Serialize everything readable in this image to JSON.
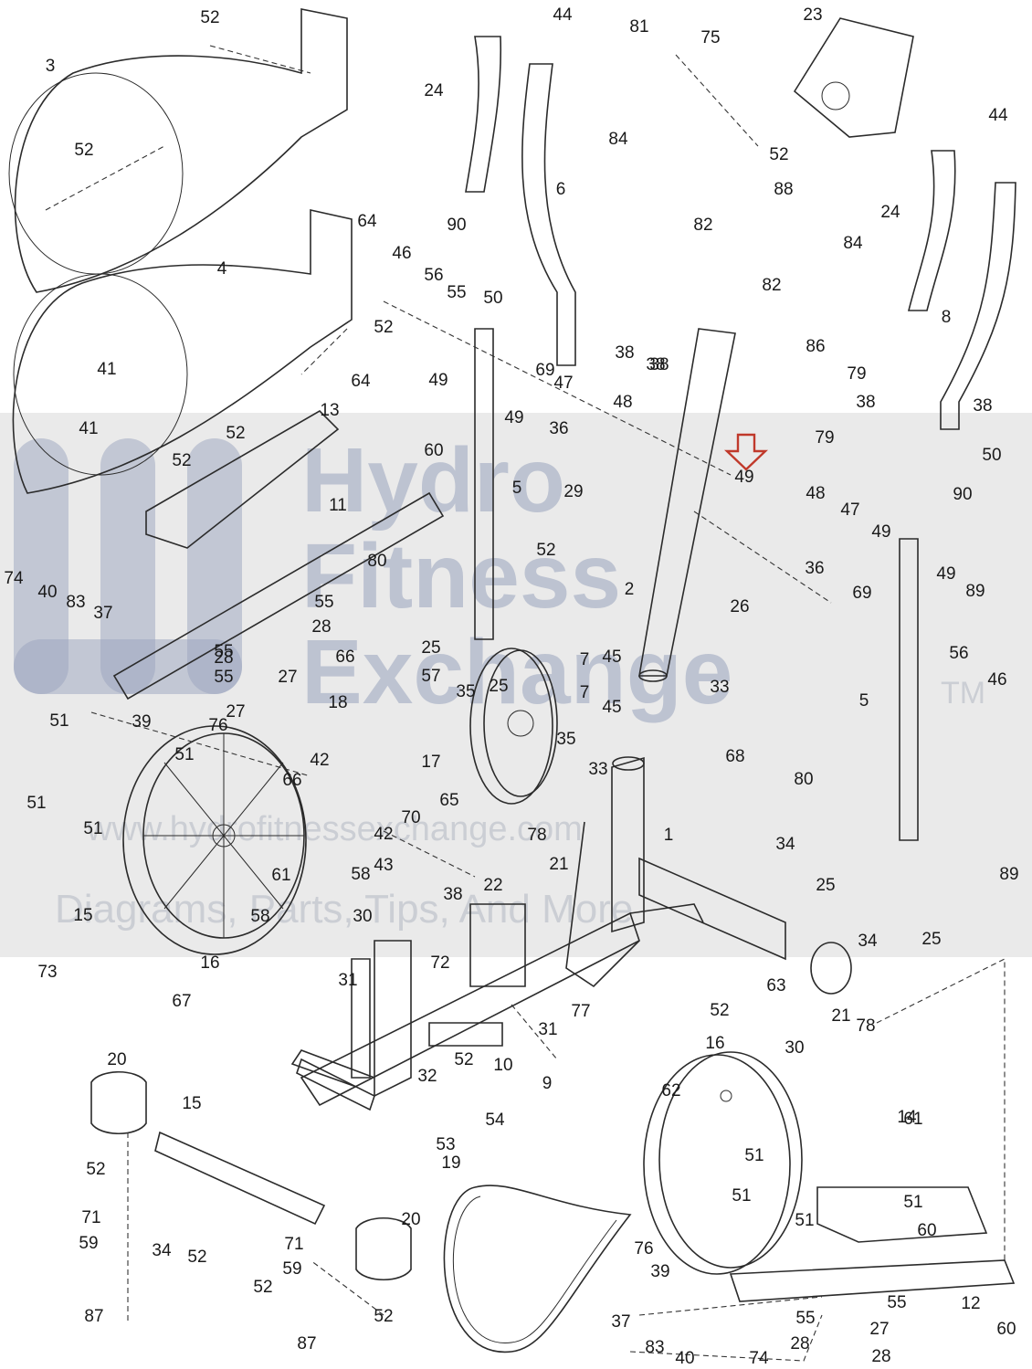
{
  "watermark": {
    "line1": "Hydro",
    "line2": "Fitness",
    "line3": "Exchange",
    "tm": "TM",
    "url": "www.hydrofitnessexchange.com",
    "tagline": "Diagrams, Parts, Tips, And More"
  },
  "colors": {
    "line": "#2b2b2b",
    "highlight_arrow": "#c0392b",
    "watermark_band": "#d9d9d9"
  },
  "highlight": {
    "part": "49"
  },
  "part_labels": [
    "52",
    "44",
    "81",
    "75",
    "23",
    "3",
    "24",
    "6",
    "52",
    "84",
    "44",
    "52",
    "64",
    "90",
    "88",
    "24",
    "46",
    "56",
    "55",
    "82",
    "84",
    "4",
    "50",
    "38",
    "82",
    "8",
    "52",
    "38",
    "41",
    "49",
    "69",
    "47",
    "38",
    "86",
    "79",
    "38",
    "38",
    "48",
    "49",
    "36",
    "79",
    "64",
    "52",
    "41",
    "13",
    "60",
    "50",
    "52",
    "5",
    "29",
    "49",
    "48",
    "90",
    "11",
    "47",
    "36",
    "49",
    "69",
    "52",
    "2",
    "80",
    "74",
    "40",
    "83",
    "55",
    "26",
    "37",
    "28",
    "49",
    "55",
    "89",
    "25",
    "55",
    "28",
    "27",
    "56",
    "46",
    "66",
    "27",
    "7",
    "45",
    "57",
    "35",
    "33",
    "25",
    "18",
    "5",
    "51",
    "39",
    "76",
    "51",
    "7",
    "45",
    "17",
    "35",
    "33",
    "42",
    "66",
    "68",
    "51",
    "80",
    "65",
    "70",
    "34",
    "51",
    "42",
    "78",
    "1",
    "43",
    "21",
    "58",
    "22",
    "38",
    "25",
    "89",
    "15",
    "61",
    "25",
    "30",
    "58",
    "34",
    "16",
    "72",
    "31",
    "63",
    "73",
    "52",
    "67",
    "77",
    "21",
    "78",
    "31",
    "16",
    "30",
    "20",
    "10",
    "52",
    "15",
    "9",
    "32",
    "54",
    "62",
    "61",
    "51",
    "53",
    "14",
    "52",
    "51",
    "19",
    "51",
    "20",
    "51",
    "71",
    "60",
    "76",
    "59",
    "34",
    "71",
    "52",
    "39",
    "12",
    "59",
    "52",
    "55",
    "55",
    "87",
    "52",
    "28",
    "37",
    "60",
    "87",
    "83",
    "40",
    "74",
    "28",
    "27"
  ]
}
